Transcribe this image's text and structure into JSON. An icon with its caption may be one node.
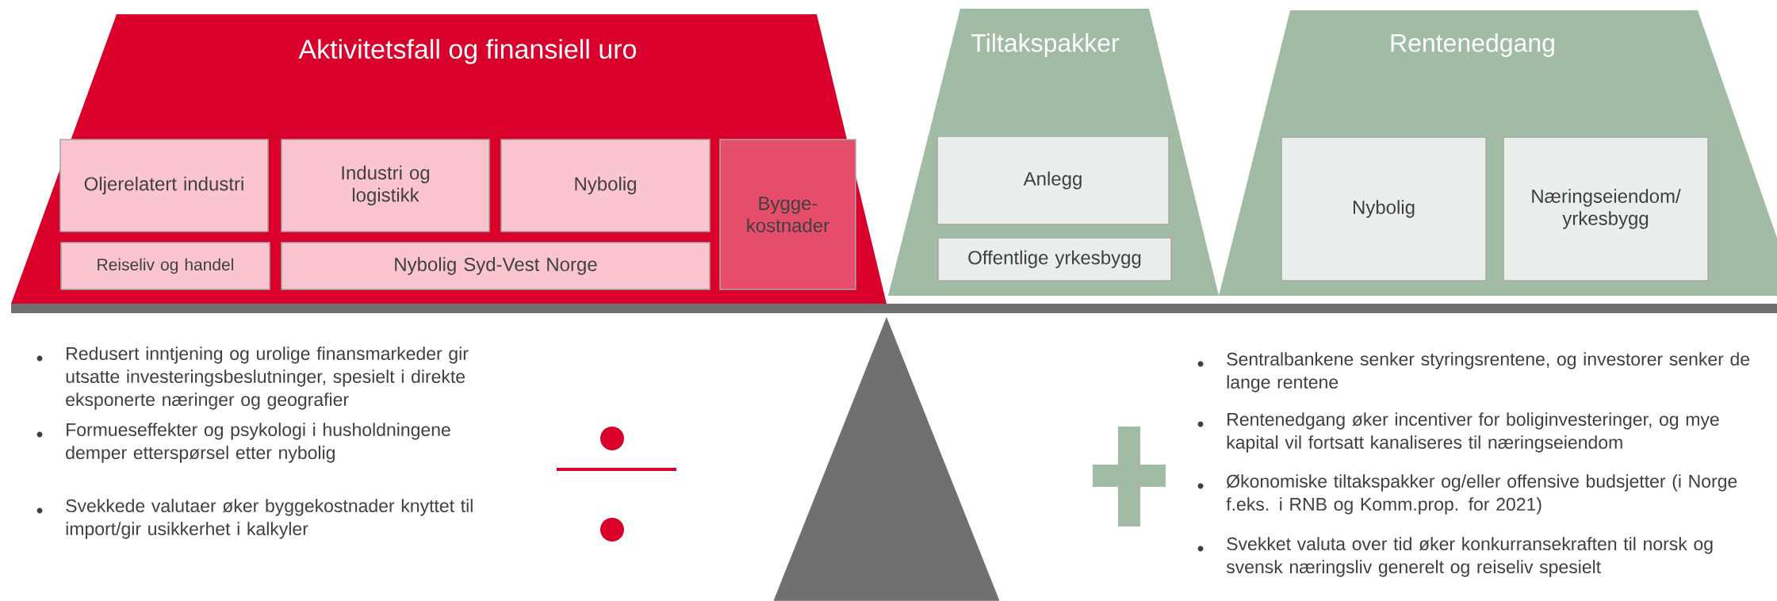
{
  "diagram": {
    "nodes": [
      {
        "text": [
          "Aktivitetsfall og finansiell uro"
        ]
      },
      {
        "text": [
          "Oljerelatert industri"
        ],
        "in": 0
      },
      {
        "text": [
          "Industri og logistikk"
        ],
        "in": 0
      },
      {
        "text": [
          "Nybolig"
        ],
        "in": 0
      },
      {
        "text": [
          "Bygge- kostnader"
        ],
        "in": 0
      },
      {
        "text": [
          "Reiseliv og handel"
        ],
        "in": 0
      },
      {
        "text": [
          "Nybolig Syd-Vest Norge"
        ],
        "in": 0
      },
      {
        "text": [
          "Tiltakspakker"
        ]
      },
      {
        "text": [
          "Anlegg"
        ],
        "in": 7
      },
      {
        "text": [
          "Offentlige yrkesbygg"
        ],
        "in": 7
      },
      {
        "text": [
          "Rentenedgang"
        ]
      },
      {
        "text": [
          "Nybolig"
        ],
        "in": 10
      },
      {
        "text": [
          "Næringseiendom/ yrkesbygg"
        ],
        "in": 10
      },
      {
        "text": [],
        "shape": "triangle"
      }
    ],
    "labels": [
      "Redusert inntjening og urolige finansmarkeder gir utsatte investeringsbeslutninger, spesielt i direkte eksponerte næringer og geografier",
      "Formueseffekter og psykologi i husholdningene demper etterspørsel etter nybolig",
      "Svekkede valutaer øker byggekostnader knyttet til import/gir usikkerhet i kalkyler",
      "Sentralbankene senker styringsrentene, og investorer senker de lange rentene",
      "Rentenedgang øker incentiver for boliginvesteringer, og mye kapital vil fortsatt kanaliseres til næringseiendom",
      "Økonomiske tiltakspakker og/eller offensive budsjetter (i Norge f.eks. i RNB og Komm.prop. for 2021)",
      "Svekket valuta over tid øker konkurransekraften til norsk og svensk næringsliv generelt og reiseliv spesielt"
    ]
  }
}
